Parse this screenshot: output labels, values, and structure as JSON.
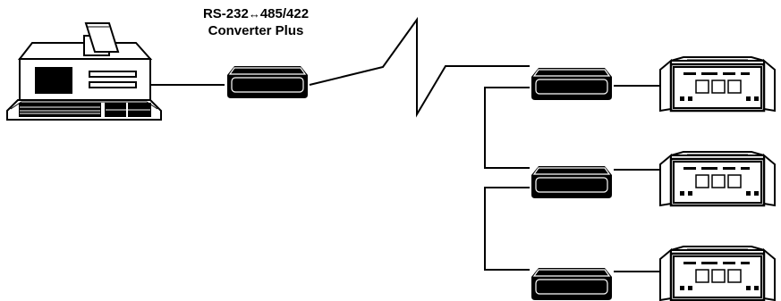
{
  "title": {
    "left": "RS-232",
    "arrow": "↔",
    "right": "485/422",
    "line2": "Converter Plus"
  },
  "colors": {
    "ink": "#000000",
    "paper": "#ffffff"
  },
  "nodes": {
    "computer": "personal-computer-icon",
    "converters": [
      "converter-box-icon",
      "converter-box-icon",
      "converter-box-icon",
      "converter-box-icon"
    ],
    "instruments": [
      "rack-instrument-icon",
      "rack-instrument-icon",
      "rack-instrument-icon"
    ]
  }
}
